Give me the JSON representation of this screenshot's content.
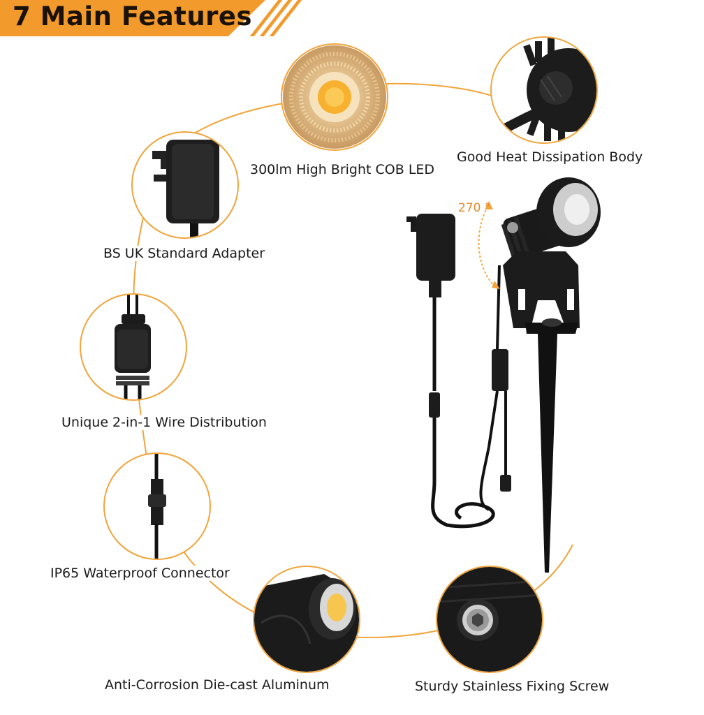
{
  "banner": {
    "title": "7 Main Features"
  },
  "features": {
    "led": "300lm High Bright COB LED",
    "heat": "Good Heat Dissipation Body",
    "adapter": "BS UK Standard Adapter",
    "wire": "Unique 2-in-1 Wire Distribution",
    "connector": "IP65 Waterproof Connector",
    "aluminum": "Anti-Corrosion Die-cast Aluminum",
    "screw": "Sturdy Stainless Fixing Screw"
  },
  "rotation": {
    "angle": "270 °"
  },
  "colors": {
    "accent": "#f39a2c",
    "ring": "#f1a43a",
    "product": "#151515",
    "led_glow": "#f7c64f"
  },
  "icons": [
    "led-chip-icon",
    "heat-sink-icon",
    "uk-plug-adapter-icon",
    "wire-splitter-icon",
    "waterproof-connector-icon",
    "lamp-housing-icon",
    "fixing-screw-icon",
    "spotlight-product-icon",
    "rotation-arrow-icon"
  ]
}
